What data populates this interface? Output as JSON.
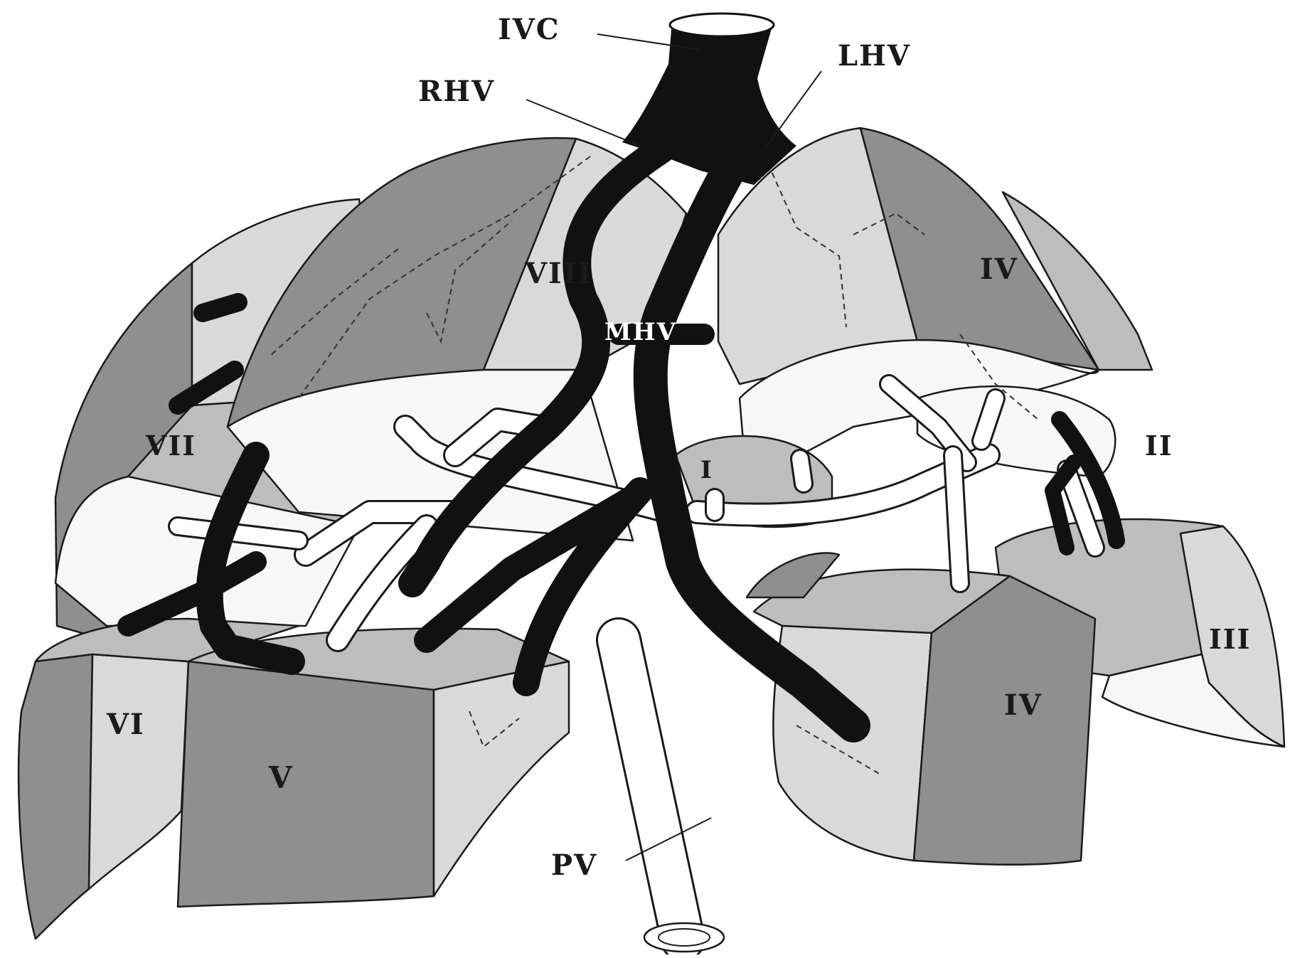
{
  "labels": {
    "ivc": "IVC",
    "rhv": "RHV",
    "lhv": "LHV",
    "mhv": "MHV",
    "pv": "PV",
    "seg_i": "I",
    "seg_ii": "II",
    "seg_iii": "III",
    "seg_iv_upper": "IV",
    "seg_iv_lower": "IV",
    "seg_v": "V",
    "seg_vi": "VI",
    "seg_vii": "VII",
    "seg_viii": "VIII"
  },
  "colors": {
    "hepatic_veins": "#111111",
    "portal_vein": "#ffffff",
    "segment_dark": "#8f8f8f",
    "segment_mid": "#bdbdbd",
    "segment_light": "#d9d9d9",
    "cut_surface": "#f7f7f7"
  }
}
